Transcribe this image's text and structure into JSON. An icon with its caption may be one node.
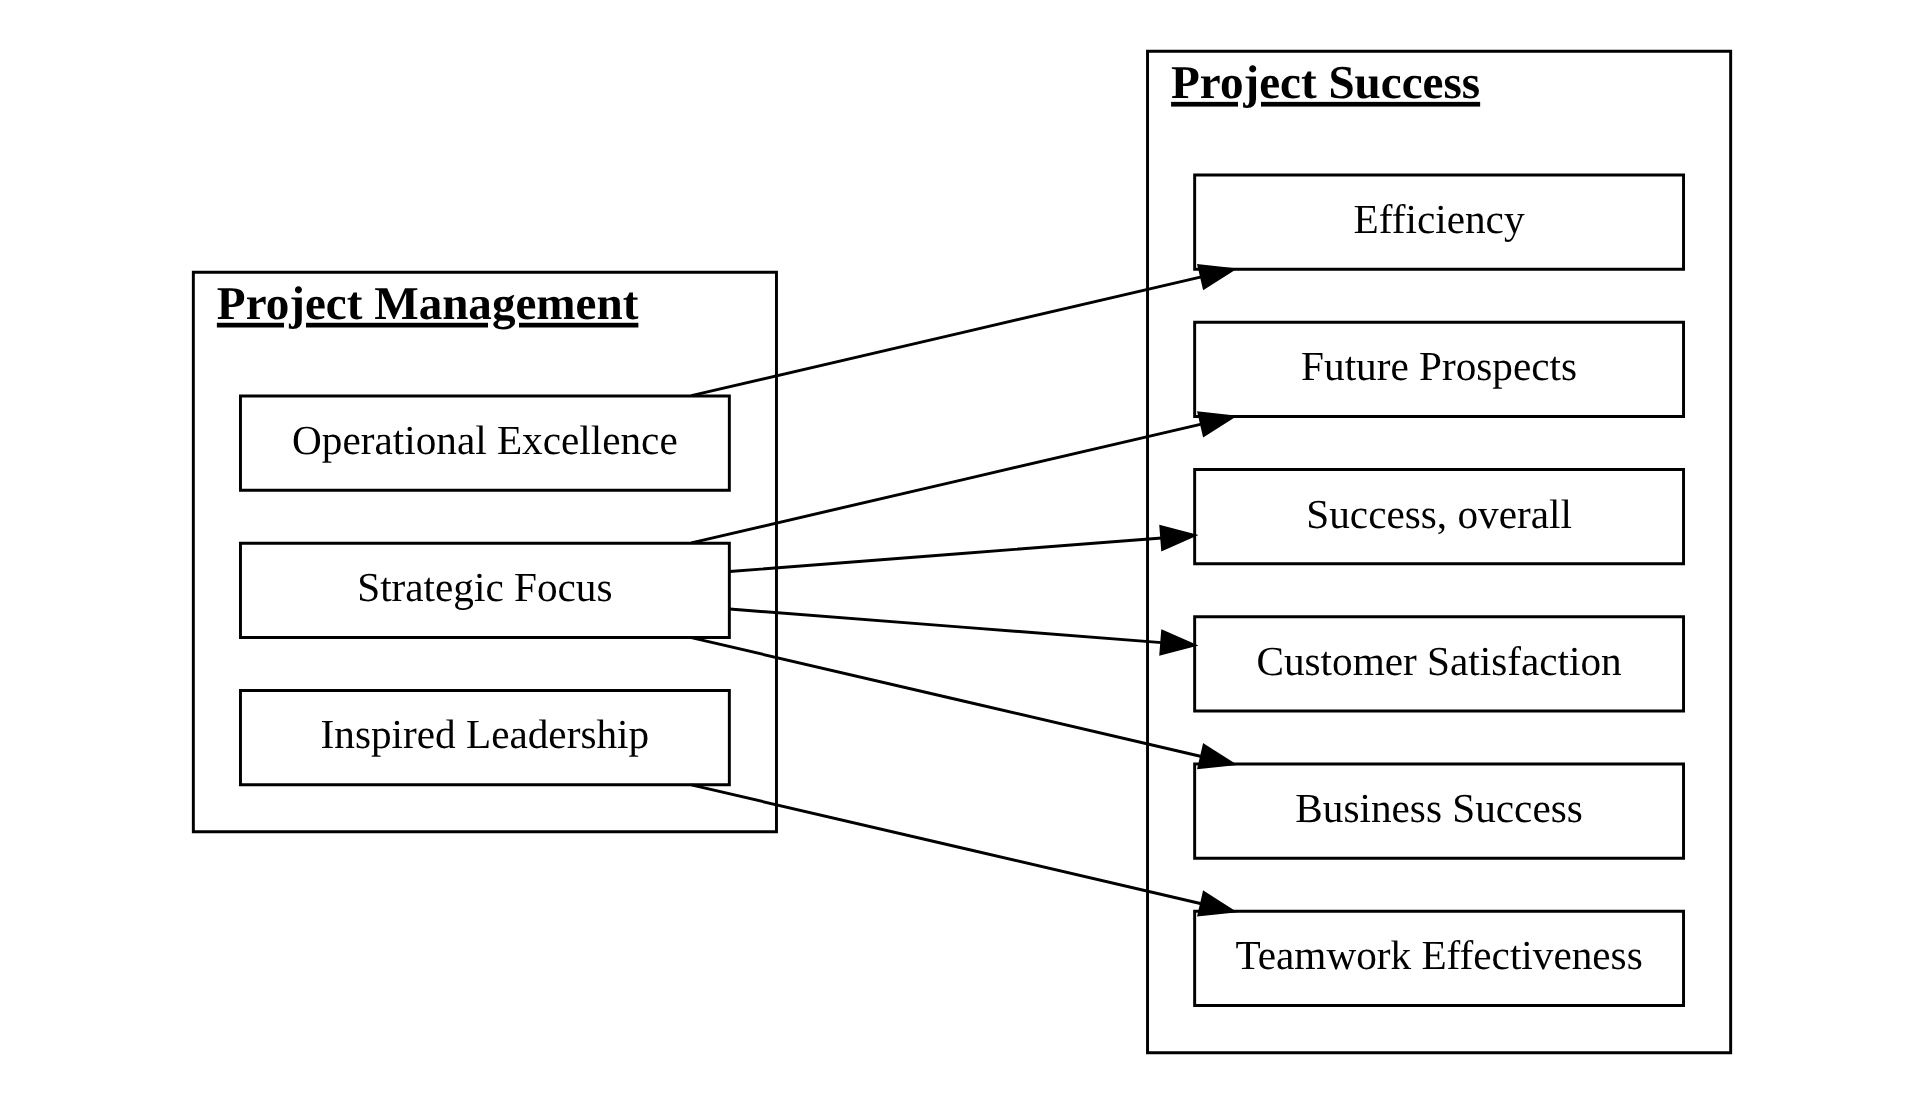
{
  "diagram": {
    "nodes": [
      {
        "text": [
          "Project Management"
        ]
      },
      {
        "text": [
          "Operational Excellence"
        ],
        "in": 0
      },
      {
        "text": [
          "Strategic Focus"
        ],
        "in": 0
      },
      {
        "text": [
          "Inspired Leadership"
        ],
        "in": 0
      },
      {
        "text": [
          "Project Success"
        ]
      },
      {
        "text": [
          "Efficiency"
        ],
        "in": 4
      },
      {
        "text": [
          "Customer Satisfaction"
        ],
        "in": 4
      },
      {
        "text": [
          "Business Success"
        ],
        "in": 4
      },
      {
        "text": [
          "Teamwork Effectiveness"
        ],
        "in": 4
      },
      {
        "text": [
          "Future Prospects"
        ],
        "in": 4
      },
      {
        "text": [
          "Success, overall"
        ],
        "in": 4
      }
    ],
    "edges": [
      {
        "from": 1,
        "to": 5,
        "arrow": "to"
      },
      {
        "from": 2,
        "to": 6,
        "arrow": "to"
      },
      {
        "from": 2,
        "to": 7,
        "arrow": "to"
      },
      {
        "from": 2,
        "to": 9,
        "arrow": "to"
      },
      {
        "from": 2,
        "to": 10,
        "arrow": "to"
      },
      {
        "from": 3,
        "to": 8,
        "arrow": "to"
      }
    ]
  }
}
